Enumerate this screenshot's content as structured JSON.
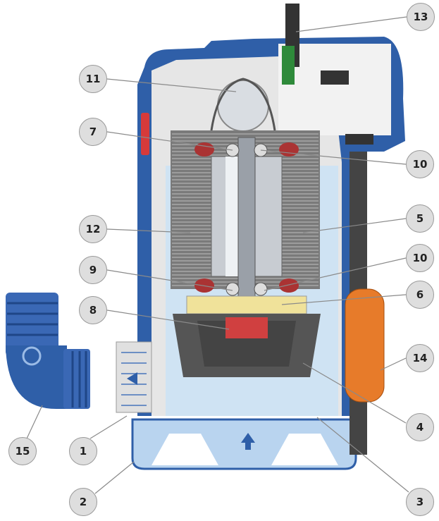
{
  "title": "Submersible pump cross-section",
  "colors": {
    "housing": "#2f5fa8",
    "base": "#b9d4ef",
    "water": "#cfe3f3",
    "float": "#e77b2a",
    "stator": "#6b6b6b",
    "callout": "#dedede"
  },
  "callouts": [
    {
      "id": "c13",
      "label": "13",
      "part": "power-cable-gland"
    },
    {
      "id": "c11",
      "label": "11",
      "part": "capacitor"
    },
    {
      "id": "c7",
      "label": "7",
      "part": "upper-bearing"
    },
    {
      "id": "c10a",
      "label": "10",
      "part": "bearing-upper"
    },
    {
      "id": "c12",
      "label": "12",
      "part": "stator"
    },
    {
      "id": "c5",
      "label": "5",
      "part": "motor-casing"
    },
    {
      "id": "c9",
      "label": "9",
      "part": "lower-bearing"
    },
    {
      "id": "c10b",
      "label": "10",
      "part": "bearing-lower"
    },
    {
      "id": "c6",
      "label": "6",
      "part": "oil-chamber"
    },
    {
      "id": "c8",
      "label": "8",
      "part": "mechanical-seal"
    },
    {
      "id": "c14",
      "label": "14",
      "part": "float-switch"
    },
    {
      "id": "c4",
      "label": "4",
      "part": "impeller"
    },
    {
      "id": "c15",
      "label": "15",
      "part": "elbow-fitting"
    },
    {
      "id": "c1",
      "label": "1",
      "part": "outlet"
    },
    {
      "id": "c2",
      "label": "2",
      "part": "base"
    },
    {
      "id": "c3",
      "label": "3",
      "part": "pump-body"
    }
  ]
}
